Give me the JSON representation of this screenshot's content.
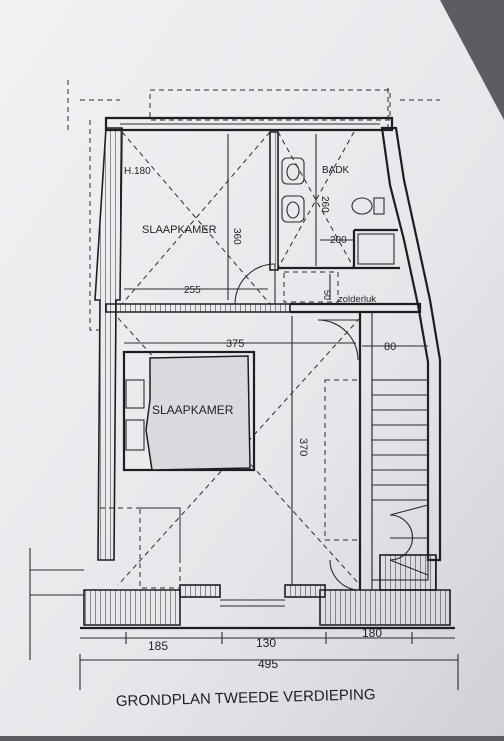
{
  "title": "GRONDPLAN TWEEDE VERDIEPING",
  "rooms": {
    "bedroom_top": "SLAAPKAMER",
    "bedroom_bottom": "SLAAPKAMER",
    "bathroom": "BADK",
    "attic_hatch": "zolderluk"
  },
  "annotations": {
    "height_note": "H.180"
  },
  "dimensions": {
    "top_room_length": "360",
    "top_room_width": "255",
    "bath_length": "260",
    "bath_small": "200",
    "hatch_size": "50",
    "main_width": "375",
    "stair_width": "80",
    "main_length": "370",
    "bottom_left": "185",
    "bottom_mid": "130",
    "bottom_right": "180",
    "total_width": "495"
  }
}
